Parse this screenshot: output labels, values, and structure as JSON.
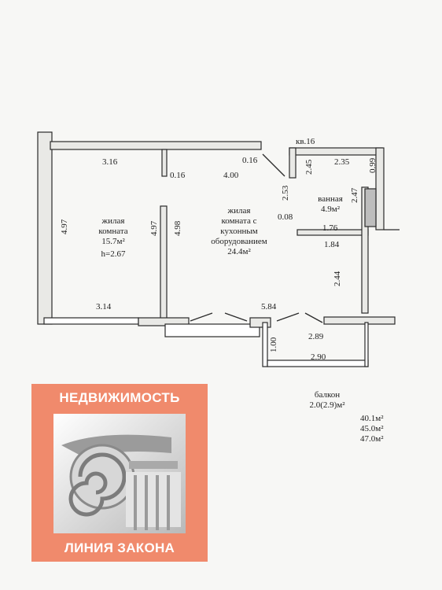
{
  "rooms": {
    "living1": {
      "name_line1": "жилая",
      "name_line2": "комната",
      "area": "15.7м²",
      "height": "h=2.67"
    },
    "living2": {
      "name_line1": "жилая",
      "name_line2": "комната с",
      "name_line3": "кухонным",
      "name_line4": "оборудованием",
      "area": "24.4м²"
    },
    "bath": {
      "name": "ванная",
      "area": "4.9м²"
    },
    "balcony": {
      "name": "балкон",
      "area": "2.0(2.9)м²"
    }
  },
  "apartment_label": "кв.16",
  "dimensions": {
    "d316": "3.16",
    "d016a": "0.16",
    "d400": "4.00",
    "d016b": "0.16",
    "d245": "2.45",
    "d235": "2.35",
    "d099": "0.99",
    "d253": "2.53",
    "d247": "2.47",
    "d008": "0.08",
    "d176": "1.76",
    "d184": "1.84",
    "d497a": "4.97",
    "d497b": "4.97",
    "d498": "4.98",
    "d314": "3.14",
    "d584": "5.84",
    "d244": "2.44",
    "d100": "1.00",
    "d289": "2.89",
    "d290": "2.90"
  },
  "totals": [
    "40.1м²",
    "45.0м²",
    "47.0м²"
  ],
  "logo": {
    "top_text": "НЕДВИЖИМОСТЬ",
    "bottom_text": "ЛИНИЯ ЗАКОНА"
  }
}
